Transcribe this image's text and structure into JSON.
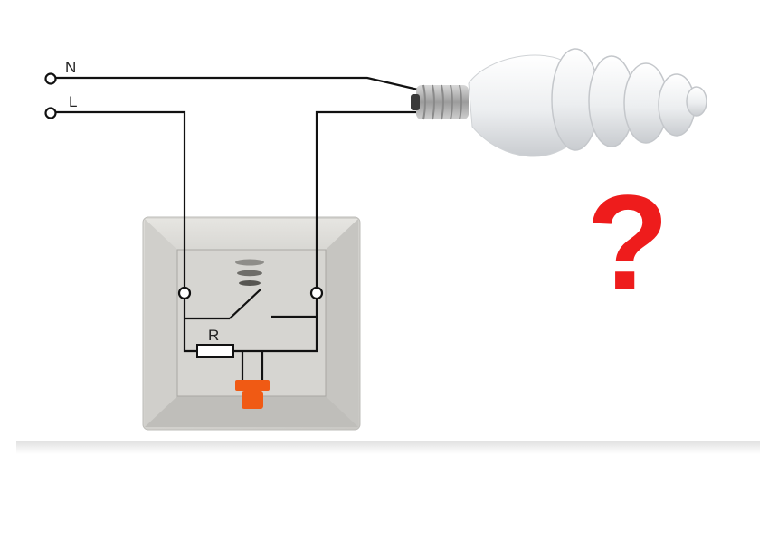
{
  "labels": {
    "neutral": "N",
    "line": "L",
    "resistor": "R",
    "question_mark": "?"
  },
  "colors": {
    "wire": "#111111",
    "switch_plate": "#d4d3cf",
    "led": "#f05a14",
    "question_mark": "#ee1c1c",
    "bulb_glass": "#f2f3f4",
    "bulb_base": "#b9b9b9"
  },
  "icons": {
    "bulb": "cfl-bulb-icon",
    "switch": "wall-switch-icon",
    "led": "indicator-led-icon"
  }
}
